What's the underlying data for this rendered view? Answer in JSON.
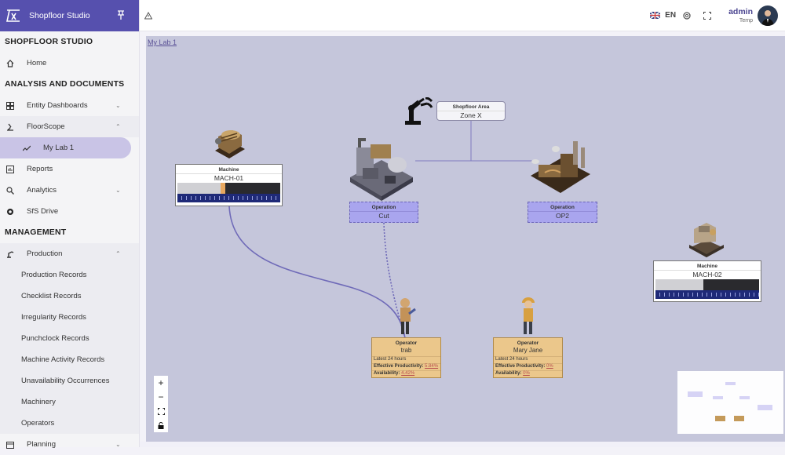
{
  "app": {
    "name": "Shopfloor Studio"
  },
  "sidebar": {
    "sections": [
      "SHOPFLOOR STUDIO",
      "ANALYSIS AND DOCUMENTS",
      "MANAGEMENT"
    ],
    "home": "Home",
    "entity_dashboards": "Entity Dashboards",
    "floorscope": "FloorScope",
    "my_lab": "My Lab 1",
    "reports": "Reports",
    "analytics": "Analytics",
    "drive": "SfS Drive",
    "production": "Production",
    "production_items": [
      "Production Records",
      "Checklist Records",
      "Irregularity Records",
      "Punchclock Records",
      "Machine Activity Records",
      "Unavailability Occurrences",
      "Machinery",
      "Operators"
    ],
    "planning": "Planning"
  },
  "header": {
    "language": "EN",
    "user_name": "admin",
    "user_role": "Temp"
  },
  "canvas": {
    "breadcrumb": "My Lab 1",
    "area": {
      "title": "Shopfloor Area",
      "value": "Zone X"
    },
    "machines": [
      {
        "title": "Machine",
        "value": "MACH-01",
        "idle_fraction": 0.42,
        "marker": true
      },
      {
        "title": "Machine",
        "value": "MACH-02",
        "idle_fraction": 0.46,
        "marker": false
      }
    ],
    "operations": [
      {
        "title": "Operation",
        "value": "Cut"
      },
      {
        "title": "Operation",
        "value": "OP2"
      }
    ],
    "operators": [
      {
        "title": "Operator",
        "name": "trab",
        "period": "Latest 24 hours",
        "prod_label": "Effective Productivity:",
        "prod_value": "5.84%",
        "avail_label": "Availability:",
        "avail_value": "4.42%"
      },
      {
        "title": "Operator",
        "name": "Mary Jane",
        "period": "Latest 24 hours",
        "prod_label": "Effective Productivity:",
        "prod_value": "0%",
        "avail_label": "Availability:",
        "avail_value": "0%"
      }
    ],
    "zoom_controls": {
      "zoom_in": "+",
      "zoom_out": "−"
    }
  },
  "colors": {
    "brand": "#5650ae",
    "canvas": "#c5c6db",
    "operation": "#a9a5ee",
    "operator": "#ebc78b",
    "edge": "#6f6ab8"
  }
}
